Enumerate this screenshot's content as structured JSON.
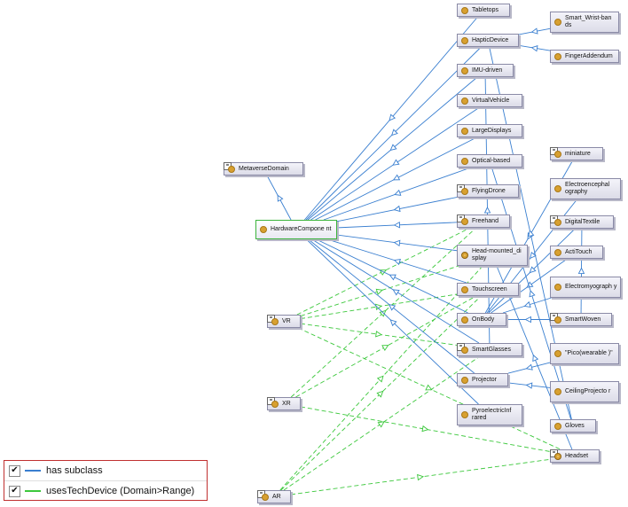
{
  "nodes": {
    "metaverse": {
      "label": "MetaverseDomain",
      "eq": "="
    },
    "hardware": {
      "label": "HardwareCompone nt",
      "eq": ""
    },
    "vr": {
      "label": "VR",
      "eq": "="
    },
    "xr": {
      "label": "XR",
      "eq": "="
    },
    "ar": {
      "label": "AR",
      "eq": "="
    },
    "tabletops": {
      "label": "Tabletops",
      "eq": ""
    },
    "haptic": {
      "label": "HapticDevice",
      "eq": ""
    },
    "imu": {
      "label": "IMU-driven",
      "eq": ""
    },
    "virtualvehicle": {
      "label": "VirtualVehicle",
      "eq": ""
    },
    "largedisplays": {
      "label": "LargeDisplays",
      "eq": ""
    },
    "optical": {
      "label": "Optical-based",
      "eq": ""
    },
    "flyingdrone": {
      "label": "FlyingDrone",
      "eq": "="
    },
    "freehand": {
      "label": "Freehand",
      "eq": "="
    },
    "hmd": {
      "label": "Head-mounted_di splay",
      "eq": ""
    },
    "touchscreen": {
      "label": "Touchscreen",
      "eq": ""
    },
    "onbody": {
      "label": "OnBody",
      "eq": ""
    },
    "smartglasses": {
      "label": "SmartGlasses",
      "eq": "="
    },
    "projector": {
      "label": "Projector",
      "eq": ""
    },
    "pyro": {
      "label": "PyroelectricInf rared",
      "eq": ""
    },
    "wristbands": {
      "label": "Smart_Wrist-ban ds",
      "eq": ""
    },
    "finger": {
      "label": "FingerAddendum",
      "eq": ""
    },
    "miniature": {
      "label": "miniature",
      "eq": "="
    },
    "eeg": {
      "label": "Electroencephal ography",
      "eq": ""
    },
    "digitaltextile": {
      "label": "DigitalTextile",
      "eq": "="
    },
    "actitouch": {
      "label": "ActiTouch",
      "eq": ""
    },
    "emg": {
      "label": "Electromyograph y",
      "eq": ""
    },
    "smartwoven": {
      "label": "SmartWoven",
      "eq": "="
    },
    "pico": {
      "label": "\"Pico(wearable )\"",
      "eq": ""
    },
    "ceiling": {
      "label": "CeilingProjecto r",
      "eq": ""
    },
    "gloves": {
      "label": "Gloves",
      "eq": ""
    },
    "headset": {
      "label": "Headset",
      "eq": "="
    }
  },
  "legend": {
    "subclass_label": "has subclass",
    "subclass_color": "#3a7fd0",
    "techdevice_label": "usesTechDevice (Domain>Range)",
    "techdevice_color": "#3cc83c",
    "check_glyph": "✔"
  },
  "edges": {
    "subclass": [
      [
        "hardware",
        "metaverse"
      ],
      [
        "tabletops",
        "hardware"
      ],
      [
        "haptic",
        "hardware"
      ],
      [
        "imu",
        "hardware"
      ],
      [
        "virtualvehicle",
        "hardware"
      ],
      [
        "largedisplays",
        "hardware"
      ],
      [
        "optical",
        "hardware"
      ],
      [
        "flyingdrone",
        "hardware"
      ],
      [
        "freehand",
        "hardware"
      ],
      [
        "hmd",
        "hardware"
      ],
      [
        "touchscreen",
        "hardware"
      ],
      [
        "onbody",
        "hardware"
      ],
      [
        "smartglasses",
        "hardware"
      ],
      [
        "projector",
        "hardware"
      ],
      [
        "pyro",
        "hardware"
      ],
      [
        "wristbands",
        "haptic"
      ],
      [
        "finger",
        "haptic"
      ],
      [
        "miniature",
        "onbody"
      ],
      [
        "eeg",
        "onbody"
      ],
      [
        "digitaltextile",
        "onbody"
      ],
      [
        "actitouch",
        "onbody"
      ],
      [
        "emg",
        "onbody"
      ],
      [
        "smartwoven",
        "onbody"
      ],
      [
        "pico",
        "projector"
      ],
      [
        "ceiling",
        "projector"
      ],
      [
        "gloves",
        "haptic"
      ],
      [
        "headset",
        "hmd"
      ],
      [
        "smartglasses",
        "imu"
      ],
      [
        "gloves",
        "optical"
      ],
      [
        "smartwoven",
        "digitaltextile"
      ]
    ],
    "techdevice": [
      [
        "vr",
        "freehand"
      ],
      [
        "vr",
        "touchscreen"
      ],
      [
        "vr",
        "smartglasses"
      ],
      [
        "vr",
        "headset"
      ],
      [
        "vr",
        "hmd"
      ],
      [
        "xr",
        "freehand"
      ],
      [
        "xr",
        "touchscreen"
      ],
      [
        "xr",
        "headset"
      ],
      [
        "ar",
        "hmd"
      ],
      [
        "ar",
        "smartglasses"
      ],
      [
        "ar",
        "touchscreen"
      ],
      [
        "ar",
        "headset"
      ]
    ]
  }
}
